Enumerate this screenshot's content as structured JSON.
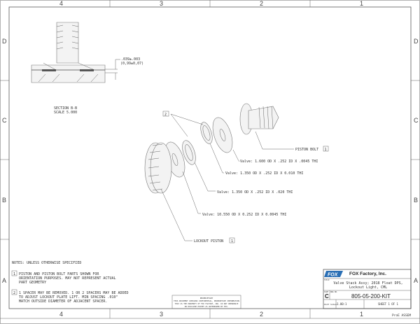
{
  "zones": {
    "columns": [
      "4",
      "3",
      "2",
      "1"
    ],
    "rows": [
      "D",
      "C",
      "B",
      "A"
    ]
  },
  "section_view": {
    "dimension_in": ".039±.003",
    "dimension_mm": "(0,99±0,07)",
    "section_label": "SECTION B-B",
    "scale_label": "SCALE 5.000"
  },
  "callouts": {
    "piston_bolt": "PISTON BOLT",
    "piston_bolt_note": "1",
    "lockout_piston": "LOCKOUT PISTON",
    "lockout_piston_note": "1",
    "spacer_note": "2",
    "valve_1": "Valve: 1.600 OD X .252 ID X .0045 THI",
    "valve_2": "Valve: 1.350 OD X .252 ID X 0.010 THI",
    "valve_3": "Valve: 1.350 OD X .252 ID X .020 THI",
    "valve_4": "Valve: 10.550 OD X 0.252 ID X 0.0045 THI"
  },
  "notes": {
    "header": "NOTES: UNLESS OTHERWISE SPECIFIED",
    "items": [
      {
        "num": "1",
        "lines": [
          "PISTON AND PISTON BOLT PARTS SHOWN FOR",
          "ORIENTATION PURPOSES. MAY NOT REPRESENT ACTUAL",
          "PART GEOMETRY"
        ]
      },
      {
        "num": "2",
        "lines": [
          "1 SPACER MAY BE REMOVED.  1 OR 2 SPACERS MAY BE ADDED",
          "TO ADJUST LOCKOUT PLATE LIFT. MIN SPACING .010\"",
          "MATCH OUTSIDE DIAMETER OF ADJACENT SPACER."
        ]
      }
    ]
  },
  "proprietary": {
    "title": "PROPRIETARY",
    "text": [
      "THIS DOCUMENT CONTAINS CONFIDENTIAL, PROPRIETARY INFORMATION",
      "THAT IS THE PROPERTY OF FOX FACTORY, INC. DO NOT REPRODUCE",
      "OR DISCLOSE EXCEPT AS AUTHORIZED BY FOX."
    ]
  },
  "title_block": {
    "company": "FOX Factory, Inc.",
    "logo": "FOX",
    "title_label": "TITLE",
    "title_lines": [
      "Valve Stack Assy; 2018 Float DPS,",
      "Lockout Light, CML"
    ],
    "size_label": "SIZE",
    "size": "C",
    "dwg_no_label": "DWG NO.",
    "dwg_no": "805-05-200-KIT",
    "scale_label": "PLOT SCALE",
    "scale": "3.00:1",
    "sheet": "SHEET 1 OF 1",
    "source": "ProE ASSEM"
  },
  "colors": {
    "logo": "#2a6fb5",
    "line": "#444444"
  }
}
